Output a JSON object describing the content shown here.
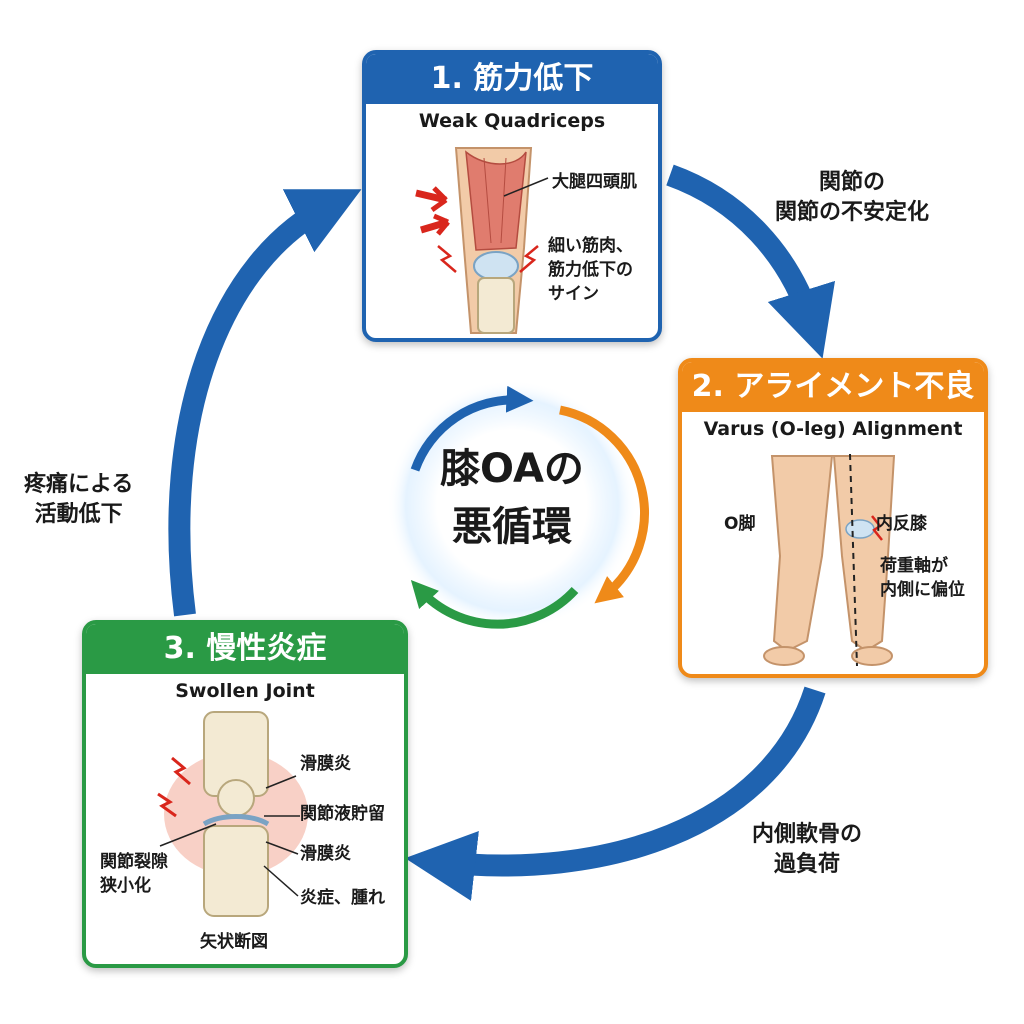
{
  "center": {
    "line1": "膝OAの",
    "line2": "悪循環"
  },
  "card1": {
    "title": "1. 筋力低下",
    "subtitle": "Weak Quadriceps",
    "labels": {
      "muscle": "大腿四頭肌",
      "sign": "細い筋肉、\n筋力低下の\nサイン"
    }
  },
  "card2": {
    "title": "2. アライメント不良",
    "subtitle": "Varus (O-leg) Alignment",
    "labels": {
      "oleg": "O脚",
      "varus": "内反膝",
      "axis": "荷重軸が\n内側に偏位"
    }
  },
  "card3": {
    "title": "3. 慢性炎症",
    "subtitle": "Swollen Joint",
    "labels": {
      "synovitis1": "滑膜炎",
      "effusion": "関節液貯留",
      "synovitis2": "滑膜炎",
      "gap": "関節裂隙\n狭小化",
      "swelling": "炎症、腫れ",
      "view": "矢状断図"
    }
  },
  "arrows": {
    "top_right": "関節の\n関節の不安定化",
    "bottom_right": "内側軟骨の\n過負荷",
    "left": "疼痛による\n活動低下"
  },
  "colors": {
    "blue": "#1f63b0",
    "orange": "#ef8a19",
    "green": "#2a9a45",
    "red": "#d9261c"
  }
}
